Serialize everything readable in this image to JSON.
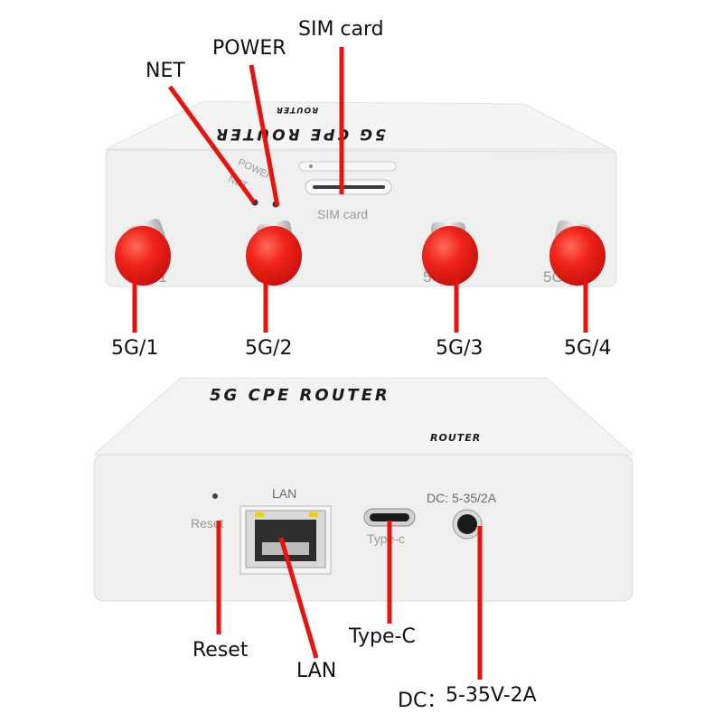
{
  "top_view": {
    "case_print_mirrored": "5G CPE ROUTER",
    "case_small_print_mirrored": "ROUTER",
    "panel_labels": {
      "power": "POWER",
      "net": "NET",
      "sim": "SIM card"
    },
    "antenna_port_labels": [
      "5G/1",
      "5G/2",
      "5G/3",
      "5G/4"
    ],
    "callouts": {
      "net": "NET",
      "power": "POWER",
      "sim": "SIM card",
      "ant1": "5G/1",
      "ant2": "5G/2",
      "ant3": "5G/3",
      "ant4": "5G/4"
    }
  },
  "bottom_view": {
    "case_print": "5G CPE ROUTER",
    "case_small_print": "ROUTER",
    "panel_labels": {
      "reset": "Reset",
      "lan": "LAN",
      "typec": "Type-c",
      "dc": "DC: 5-35/2A"
    },
    "callouts": {
      "reset": "Reset",
      "lan": "LAN",
      "typec": "Type-C",
      "dc_prefix": "DC：",
      "dc_value": "5-35V-2A"
    }
  },
  "colors": {
    "antenna": "#e8201a",
    "leader": "#e8120e",
    "case": "#efefef",
    "background": "#ffffff"
  }
}
